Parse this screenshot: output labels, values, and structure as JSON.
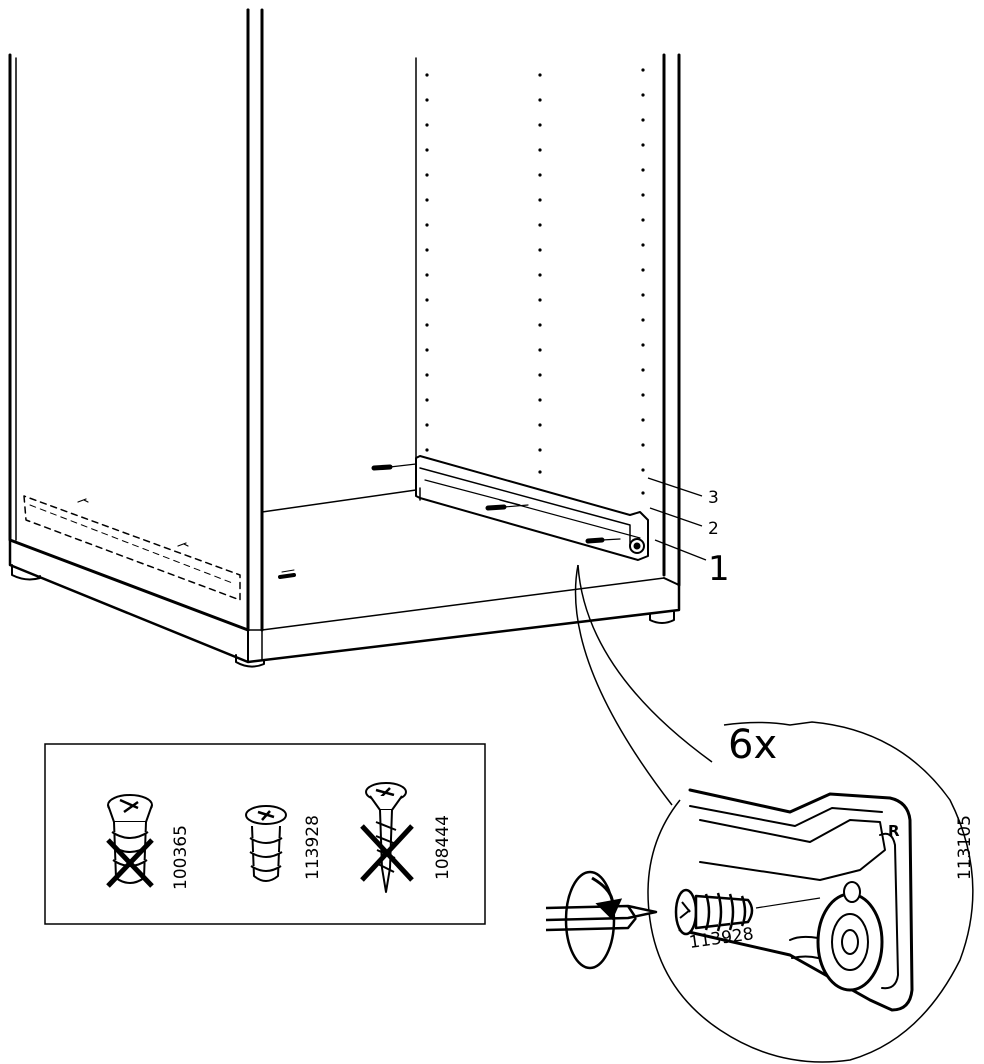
{
  "shelf_positions": {
    "pos3": "3",
    "pos2": "2",
    "pos1": "1"
  },
  "detail": {
    "quantity": "6x",
    "rail_part_code": "113105",
    "side_marker": "R",
    "screw_callout_code": "113928"
  },
  "screw_legend": {
    "items": [
      {
        "code": "100365",
        "allowed": false
      },
      {
        "code": "113928",
        "allowed": true
      },
      {
        "code": "108444",
        "allowed": false
      }
    ]
  }
}
